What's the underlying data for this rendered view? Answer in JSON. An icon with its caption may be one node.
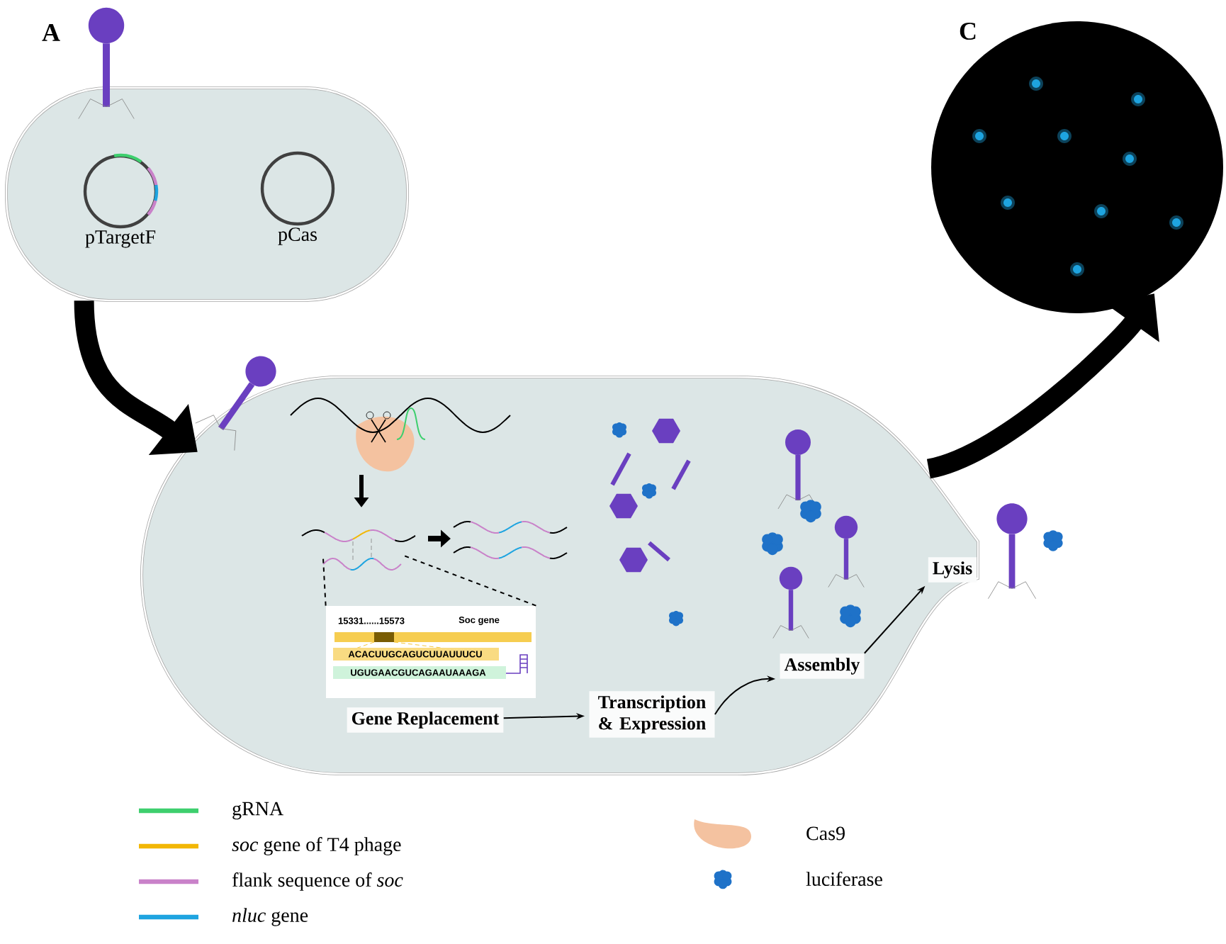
{
  "diagram": {
    "nodes": [
      {
        "text": [],
        "shape": "box"
      },
      {
        "text": [
          "pTargetF"
        ],
        "in": 0
      },
      {
        "text": [
          "pCas"
        ],
        "in": 0
      },
      {
        "text": [],
        "shape": "box"
      },
      {
        "text": [
          "Gene Replacement"
        ],
        "in": 3
      },
      {
        "text": [
          "Transcription & Expression"
        ],
        "in": 3
      },
      {
        "text": [
          "Assembly"
        ],
        "in": 3
      },
      {
        "text": [
          "Lysis"
        ],
        "in": 3
      },
      {
        "text": [],
        "shape": "circle"
      },
      {
        "text": [
          "15331......15573",
          "Soc gene",
          "ACACUUGCAGUCUUAUUUCU",
          "UGUGAACGUCAGAAUAAAGA"
        ],
        "in": 3
      }
    ],
    "edges": [
      {
        "from": 0,
        "to": 3,
        "arrow": "to",
        "style": "thick"
      },
      {
        "from": 4,
        "to": 5,
        "arrow": "to"
      },
      {
        "from": 5,
        "to": 6,
        "arrow": "to"
      },
      {
        "from": 6,
        "to": 7,
        "arrow": "to"
      },
      {
        "from": 3,
        "to": 8,
        "arrow": "to",
        "style": "thick"
      },
      {
        "from": 9,
        "to": null,
        "arrow": "none",
        "style": "dashed"
      },
      {
        "from": 9,
        "to": null,
        "arrow": "none",
        "style": "dashed"
      }
    ],
    "labels": [
      "A",
      "C"
    ],
    "legend": [
      {
        "text": "gRNA",
        "color": "#3ecf6e"
      },
      {
        "text": "*soc* gene of T4 phage",
        "color": "#f2b705"
      },
      {
        "text": "flank sequence of *soc*",
        "color": "#c982c9"
      },
      {
        "text": "*nluc* gene",
        "color": "#1ea4e0"
      },
      {
        "text": "Cas9"
      },
      {
        "text": "luciferase"
      }
    ]
  }
}
